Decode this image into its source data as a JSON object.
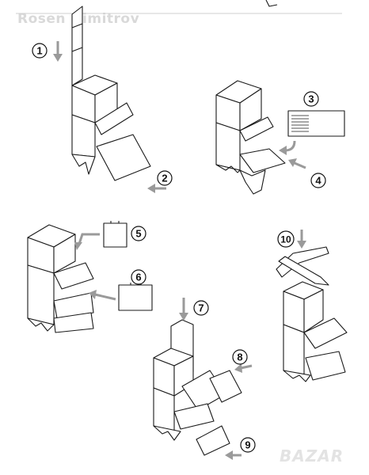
{
  "watermark": "Rosen Dimitrov",
  "logo_text": "BAZAR",
  "steps": [
    "1",
    "2",
    "3",
    "4",
    "5",
    "6",
    "7",
    "8",
    "9",
    "10"
  ]
}
